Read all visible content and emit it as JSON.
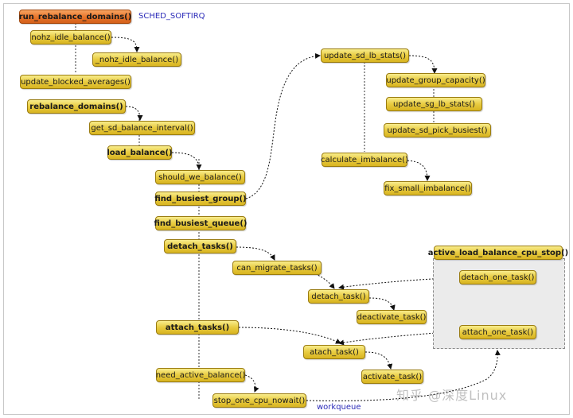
{
  "nodes": {
    "run_rebalance_domains": "run_rebalance_domains()",
    "nohz_idle_balance": "nohz_idle_balance()",
    "nohz_idle_balance_inner": "_nohz_idle_balance()",
    "update_blocked_averages": "update_blocked_averages()",
    "rebalance_domains": "rebalance_domains()",
    "get_sd_balance_interval": "get_sd_balance_interval()",
    "load_balance": "load_balance()",
    "should_we_balance": "should_we_balance()",
    "find_busiest_group": "find_busiest_group()",
    "find_busiest_queue": "find_busiest_queue()",
    "detach_tasks": "detach_tasks()",
    "can_migrate_tasks": "can_migrate_tasks()",
    "detach_task": "detach_task()",
    "deactivate_task": "deactivate_task()",
    "attach_tasks": "attach_tasks()",
    "atach_task": "atach_task()",
    "activate_task": "activate_task()",
    "need_active_balance": "need_active_balance()",
    "stop_one_cpu_nowait": "stop_one_cpu_nowait()",
    "update_sd_lb_stats": "update_sd_lb_stats()",
    "update_group_capacity": "update_group_capacity()",
    "update_sg_lb_stats": "update_sg_lb_stats()",
    "update_sd_pick_busiest": "update_sd_pick_busiest()",
    "calculate_imbalance": "calculate_imbalance()",
    "fix_small_imbalance": "fix_small_imbalance()",
    "active_load_balance_cpu_stop": "active_load_balance_cpu_stop()",
    "detach_one_task": "detach_one_task()",
    "attach_one_task": "attach_one_task()"
  },
  "labels": {
    "sched_softirq": "SCHED_SOFTIRQ",
    "workqueue": "workqueue"
  },
  "watermark": "知乎 @深度Linux",
  "colors": {
    "node_fill": "#e9cc42",
    "node_border": "#9a7c10",
    "root_fill": "#e9772c",
    "label_text": "#2a2ab8",
    "panel_fill": "#ebebeb"
  }
}
